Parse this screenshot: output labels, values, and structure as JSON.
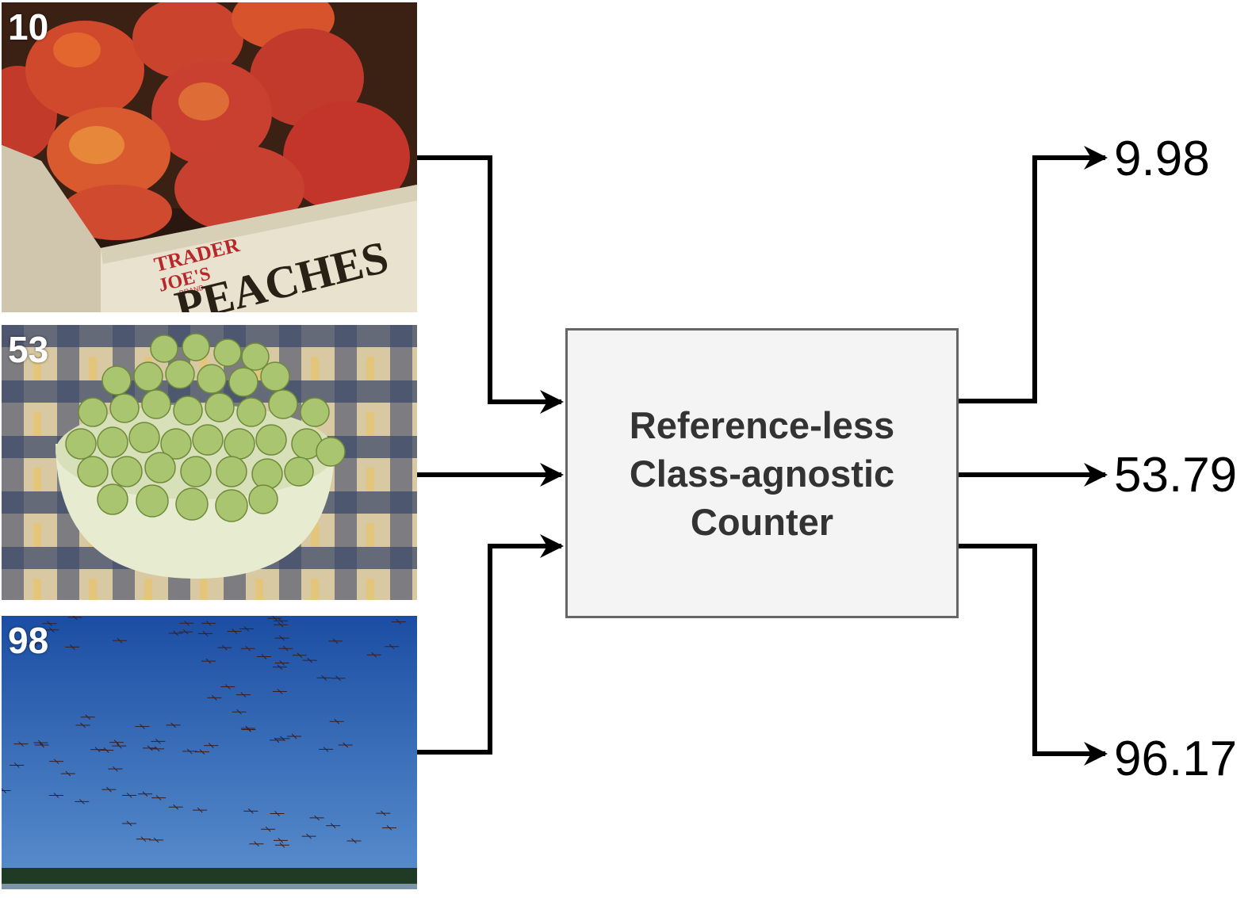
{
  "inputs": [
    {
      "count": "10",
      "subject": "peaches",
      "box_text": [
        "TRADER",
        "JOE'S",
        "BRAND",
        "PEACHES"
      ]
    },
    {
      "count": "53",
      "subject": "grapes"
    },
    {
      "count": "98",
      "subject": "flamingos"
    }
  ],
  "counter": {
    "line1": "Reference-less",
    "line2": "Class-agnostic",
    "line3": "Counter"
  },
  "outputs": [
    "9.98",
    "53.79",
    "96.17"
  ],
  "colors": {
    "box_fill": "#f4f4f4",
    "box_border": "#666666",
    "arrow": "#000000",
    "label_text": "#333333"
  }
}
